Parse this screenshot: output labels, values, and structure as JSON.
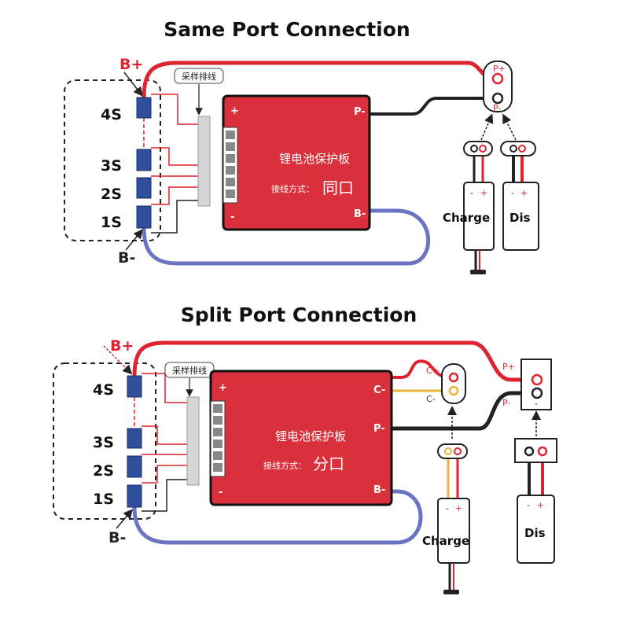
{
  "colors": {
    "board": "#d9303c",
    "cell": "#2d4f9e",
    "positive_wire": "#e0242f",
    "negative_wire": "#222222",
    "b_minus_wire": "#6b74c2",
    "charge_minus_wire": "#e8b43a"
  },
  "same_port": {
    "title": "Same Port Connection",
    "b_plus": "B+",
    "b_minus": "B-",
    "cells": [
      "4S",
      "3S",
      "2S",
      "1S"
    ],
    "sampling_label": "采样排线",
    "board": {
      "plus": "+",
      "minus": "-",
      "p_minus": "P-",
      "b_minus": "B-",
      "name": "锂电池保护板",
      "mode_label": "接线方式：",
      "mode": "同口"
    },
    "port": {
      "p_plus": "P+",
      "p_minus": "P-"
    },
    "charge": "Charge",
    "discharge": "Dis",
    "minus": "-",
    "plus": "+"
  },
  "split_port": {
    "title": "Split Port Connection",
    "b_plus": "B+",
    "b_minus": "B-",
    "cells": [
      "4S",
      "3S",
      "2S",
      "1S"
    ],
    "sampling_label": "采样排线",
    "board": {
      "plus": "+",
      "minus": "-",
      "c_minus": "C-",
      "p_minus": "P-",
      "b_minus": "B-",
      "name": "锂电池保护板",
      "mode_label": "接线方式：",
      "mode": "分口"
    },
    "charge_port": {
      "c_plus": "C+",
      "c_minus": "C-"
    },
    "discharge_port": {
      "p_plus": "P+",
      "p_minus": "P-",
      "minus": "-"
    },
    "charge": "Charge",
    "discharge": "Dis",
    "minus": "-",
    "plus": "+"
  }
}
